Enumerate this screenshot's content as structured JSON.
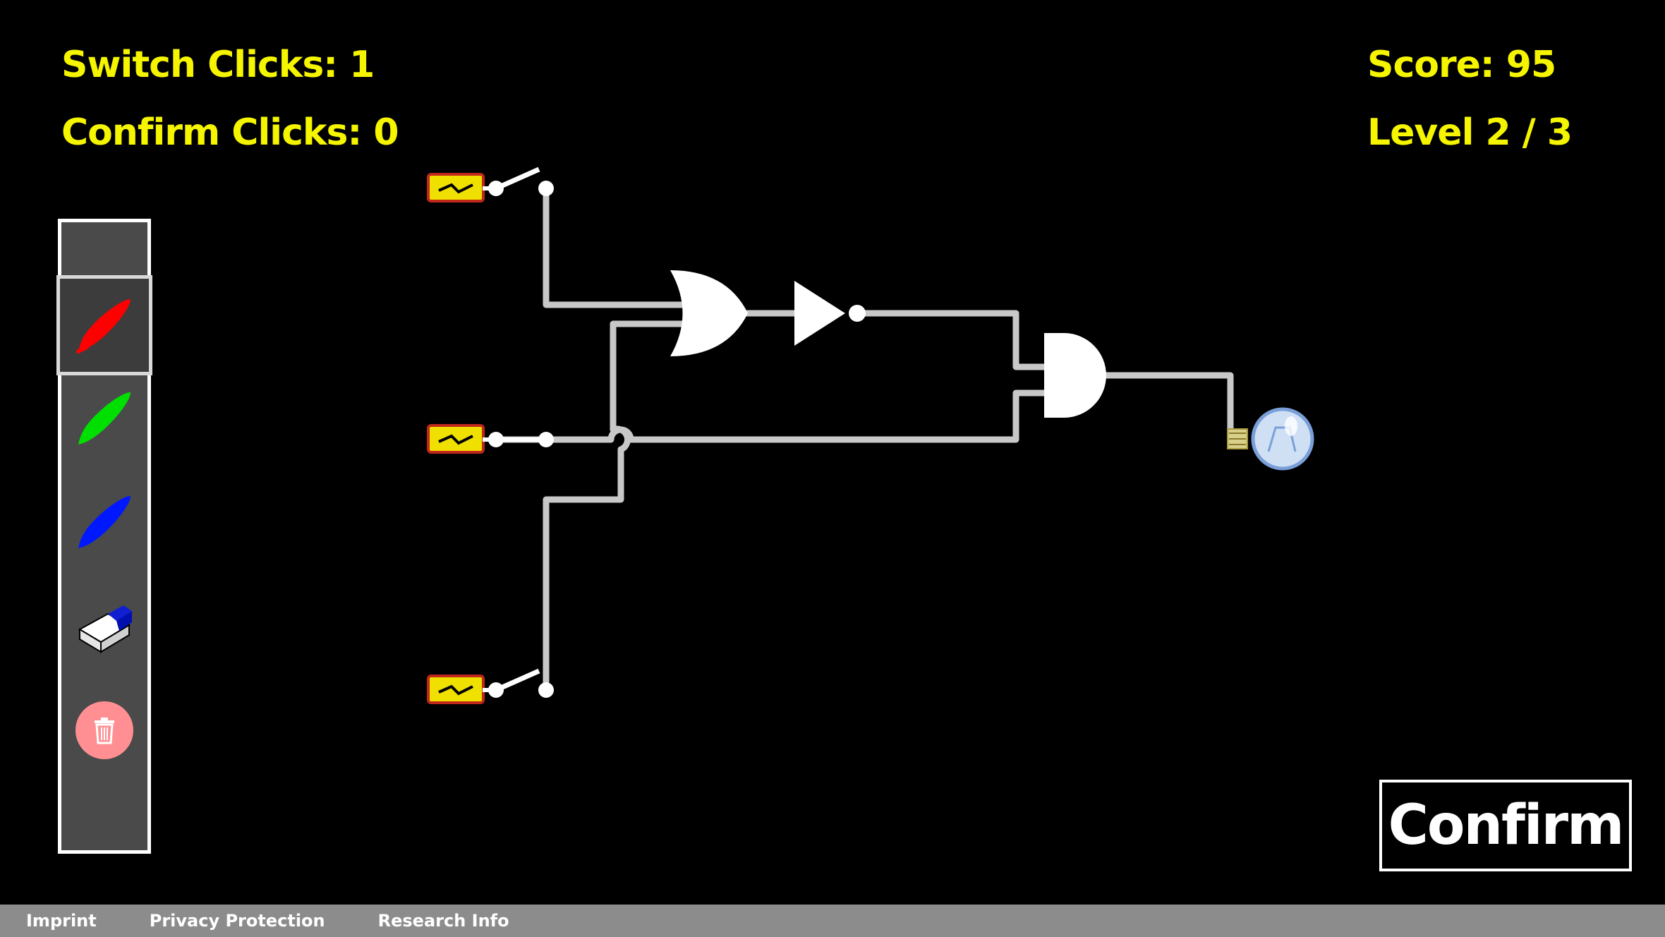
{
  "hud": {
    "switch_clicks": "Switch Clicks: 1",
    "confirm_clicks": "Confirm Clicks: 0",
    "score": "Score: 95",
    "level": "Level 2 / 3"
  },
  "colors": {
    "hud_text": "#f5f500",
    "wire": "#c8c8c8",
    "battery": "#f0e000",
    "battery_border": "#c0281c",
    "toolbar_bg": "#4a4a4a",
    "pen_red": "#ff0000",
    "pen_green": "#00e000",
    "pen_blue": "#0018ff",
    "trash_bg": "#ff8f93",
    "footer_bg": "#8c8c8c"
  },
  "toolbar": {
    "tools": [
      "red-pen-icon",
      "green-pen-icon",
      "blue-pen-icon",
      "eraser-icon",
      "trash-icon"
    ],
    "selected": "red-pen-icon"
  },
  "circuit": {
    "inputs": [
      {
        "switch": "open"
      },
      {
        "switch": "closed"
      },
      {
        "switch": "open"
      }
    ],
    "gates": [
      "OR",
      "NOT",
      "AND"
    ],
    "output": "lightbulb-icon"
  },
  "confirm_button": {
    "label": "Confirm"
  },
  "footer": {
    "links": [
      "Imprint",
      "Privacy Protection",
      "Research Info"
    ]
  }
}
